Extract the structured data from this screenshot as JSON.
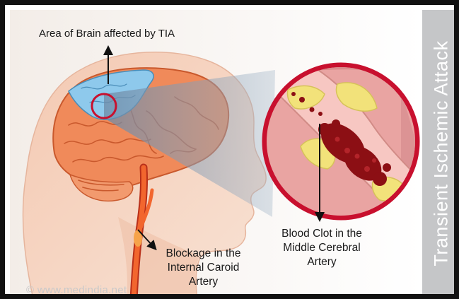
{
  "labels": {
    "brain_area": "Area of Brain affected by TIA",
    "blockage": [
      "Blockage in the",
      "Internal Caroid",
      "Artery"
    ],
    "blood_clot": [
      "Blood Clot in the",
      "Middle Cerebral",
      "Artery"
    ]
  },
  "side_title": "Transient Ischemic Attack",
  "watermark": "© www.medindia.net",
  "colors": {
    "frame": "#111111",
    "side_bar": "#c5c6c8",
    "skin": "#f6d6c2",
    "brain": "#f08a5a",
    "affected_area": "#8ec9ec",
    "highlight_ring": "#c8102e",
    "artery_wall": "#f6b3ac",
    "plaque": "#f2e27a",
    "clot": "#8c0f14",
    "carotid": "#e8471a"
  },
  "icons": [
    "up-arrow-icon",
    "down-arrow-icon",
    "pointer-arrow-icon",
    "magnifier-beam-icon"
  ]
}
